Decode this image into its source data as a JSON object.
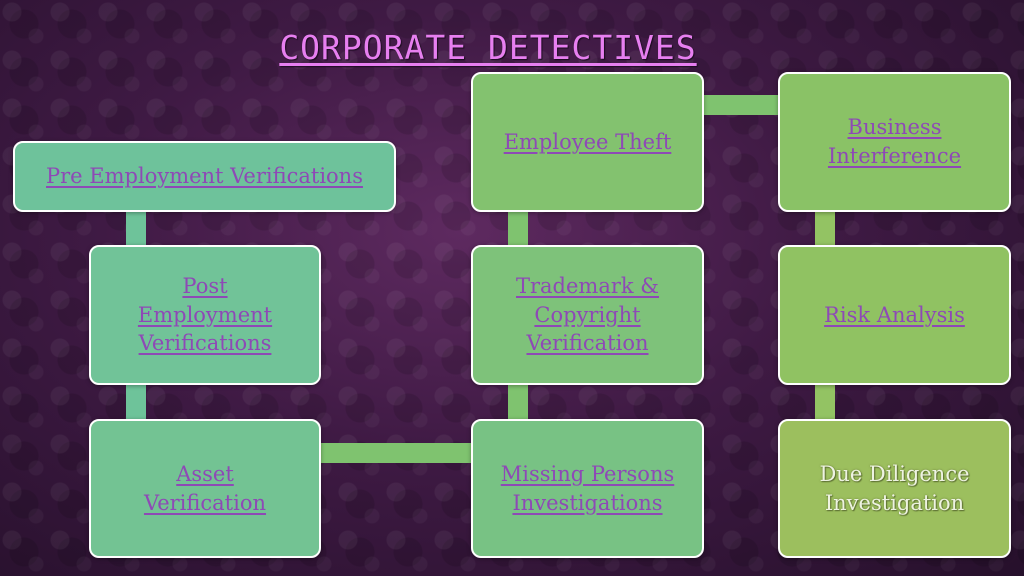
{
  "title": "CORPORATE DETECTIVES",
  "nodes": {
    "pre_employment": "Pre Employment Verifications",
    "post_employment": "Post Employment Verifications",
    "asset": "Asset Verification",
    "missing_persons": "Missing Persons Investigations",
    "trademark": "Trademark & Copyright Verification",
    "employee_theft": "Employee Theft",
    "business_interference": "Business Interference",
    "risk_analysis": "Risk Analysis",
    "due_diligence": "Due Diligence Investigation"
  },
  "colors": {
    "teal": "#6ec39a",
    "green": "#7fc36f",
    "olive": "#93c363",
    "link_text": "#8e49b6",
    "title": "#e77ff0"
  },
  "icons": {
    "background": "damask-pattern"
  }
}
